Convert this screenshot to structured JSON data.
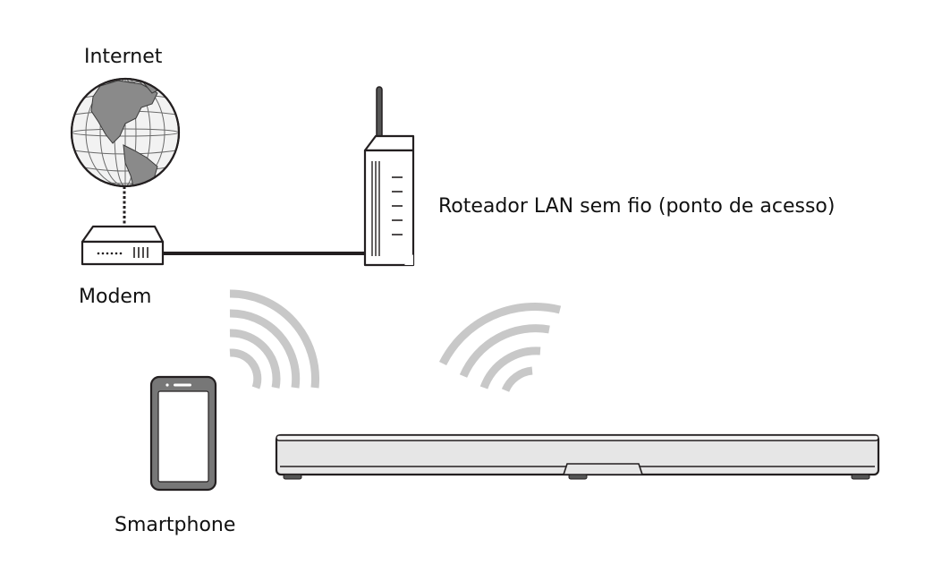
{
  "labels": {
    "internet": "Internet",
    "router": "Roteador LAN sem fio (ponto de acesso)",
    "modem": "Modem",
    "smartphone": "Smartphone"
  },
  "icons": {
    "globe": "globe-icon",
    "modem": "modem-icon",
    "router": "wireless-router-icon",
    "phone": "smartphone-icon",
    "soundbar": "soundbar-icon",
    "wifi": "wifi-signal-icon"
  },
  "colors": {
    "outline": "#231f20",
    "device_fill": "#ffffff",
    "soundbar_fill": "#e6e6e6",
    "wifi_waves": "#c8c8c8",
    "phone_body": "#777777",
    "globe_land": "#8a8a8a",
    "globe_ocean": "#f2f2f2"
  }
}
